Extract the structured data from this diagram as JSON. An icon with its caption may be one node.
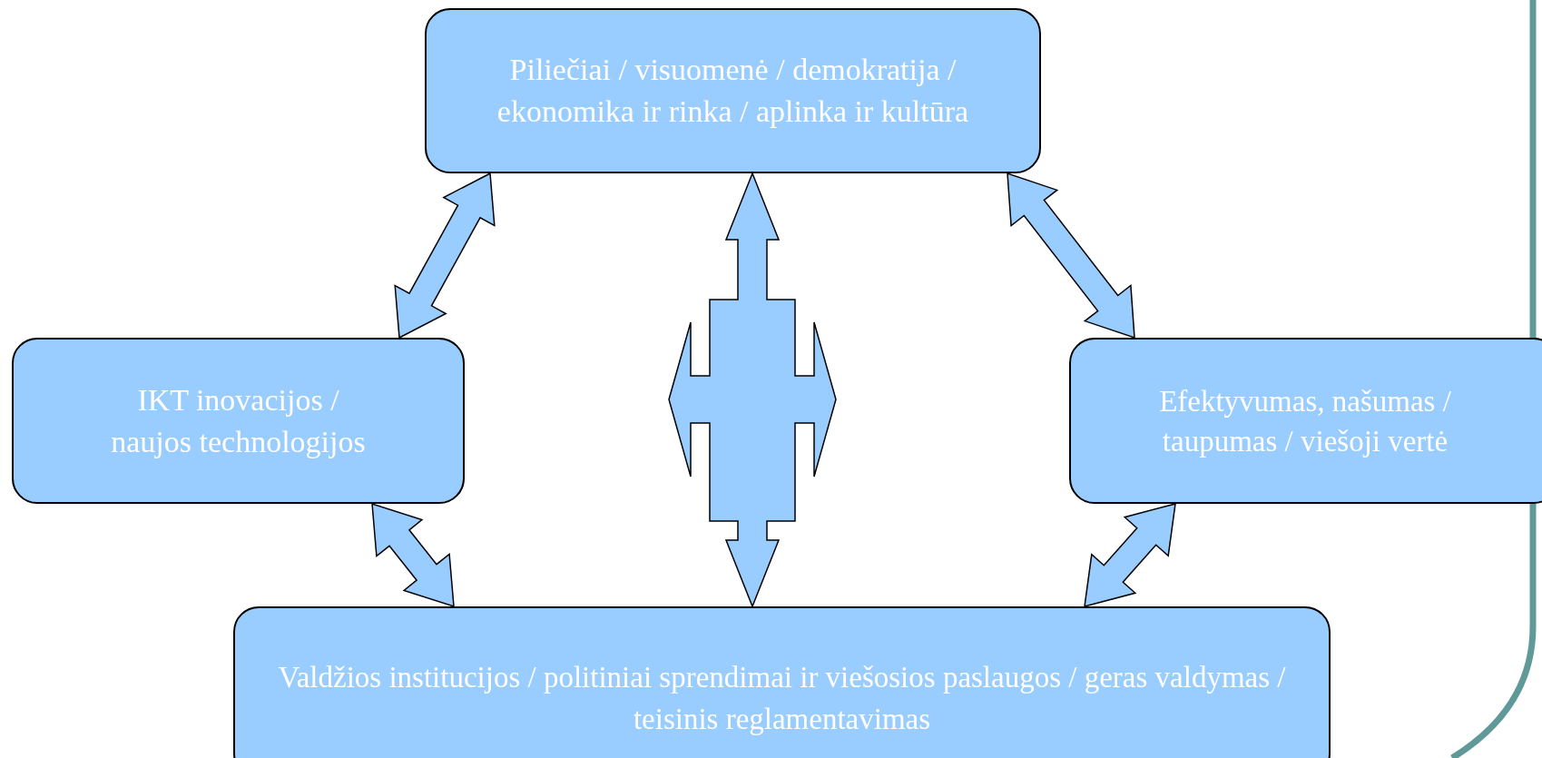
{
  "diagram": {
    "nodes": [
      {
        "text": [
          "Piliečiai / visuomenė / demokratija / ekonomika ir rinka / aplinka ir kultūra"
        ]
      },
      {
        "text": [
          "IKT inovacijos / naujos technologijos"
        ]
      },
      {
        "text": [
          "Efektyvumas, našumas / taupumas / viešoji vertė"
        ]
      },
      {
        "text": [
          "Valdžios institucijos / politiniai sprendimai ir viešosios paslaugos / geras valdymas / teisinis reglamentavimas"
        ]
      }
    ],
    "edges": [
      {
        "from": 1,
        "to": 0,
        "arrow": "both"
      },
      {
        "from": 0,
        "to": 2,
        "arrow": "both"
      },
      {
        "from": 1,
        "to": 3,
        "arrow": "both"
      },
      {
        "from": 2,
        "to": 3,
        "arrow": "both"
      },
      {
        "from": 3,
        "to": 0,
        "arrow": "both"
      }
    ]
  }
}
